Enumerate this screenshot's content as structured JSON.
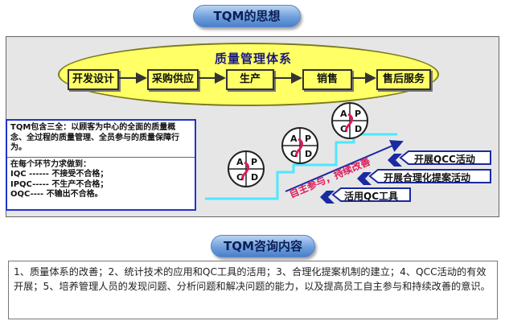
{
  "header": {
    "title": "TQM的思想"
  },
  "qms": {
    "title": "质量管理体系",
    "steps": [
      "开发设计",
      "采购供应",
      "生产",
      "销售",
      "售后服务"
    ]
  },
  "principles": {
    "summary": "TQM包含三全：以顾客为中心的全面的质量概念、全过程的质量管理、全员参与的质量保障行为。",
    "heading": "在每个环节力求做到：",
    "items": [
      "IQC ------ 不接受不合格；",
      "IPQC----- 不生产不合格；",
      "OQC---- 不输出不合格。"
    ]
  },
  "pdca": {
    "labels": [
      "A",
      "P",
      "C",
      "D"
    ],
    "slogan": "自主参与，持续改善"
  },
  "activities": [
    "开展QCC活动",
    "开展合理化提案活动",
    "活用QC工具"
  ],
  "consulting": {
    "title": "TQM咨询内容",
    "text": "1、质量体系的改善；2、统计技术的应用和QC工具的活用；3、合理化提案机制的建立；4、QCC活动的有效开展；5、培养管理人员的发现问题、分析问题和解决问题的能力，以及提高员工自主参与和持续改善的意识。"
  },
  "colors": {
    "ellipse": "#ffff66",
    "pill": "#6f9fdb",
    "border_blue": "#2233cc",
    "slogan": "#e0195a"
  }
}
